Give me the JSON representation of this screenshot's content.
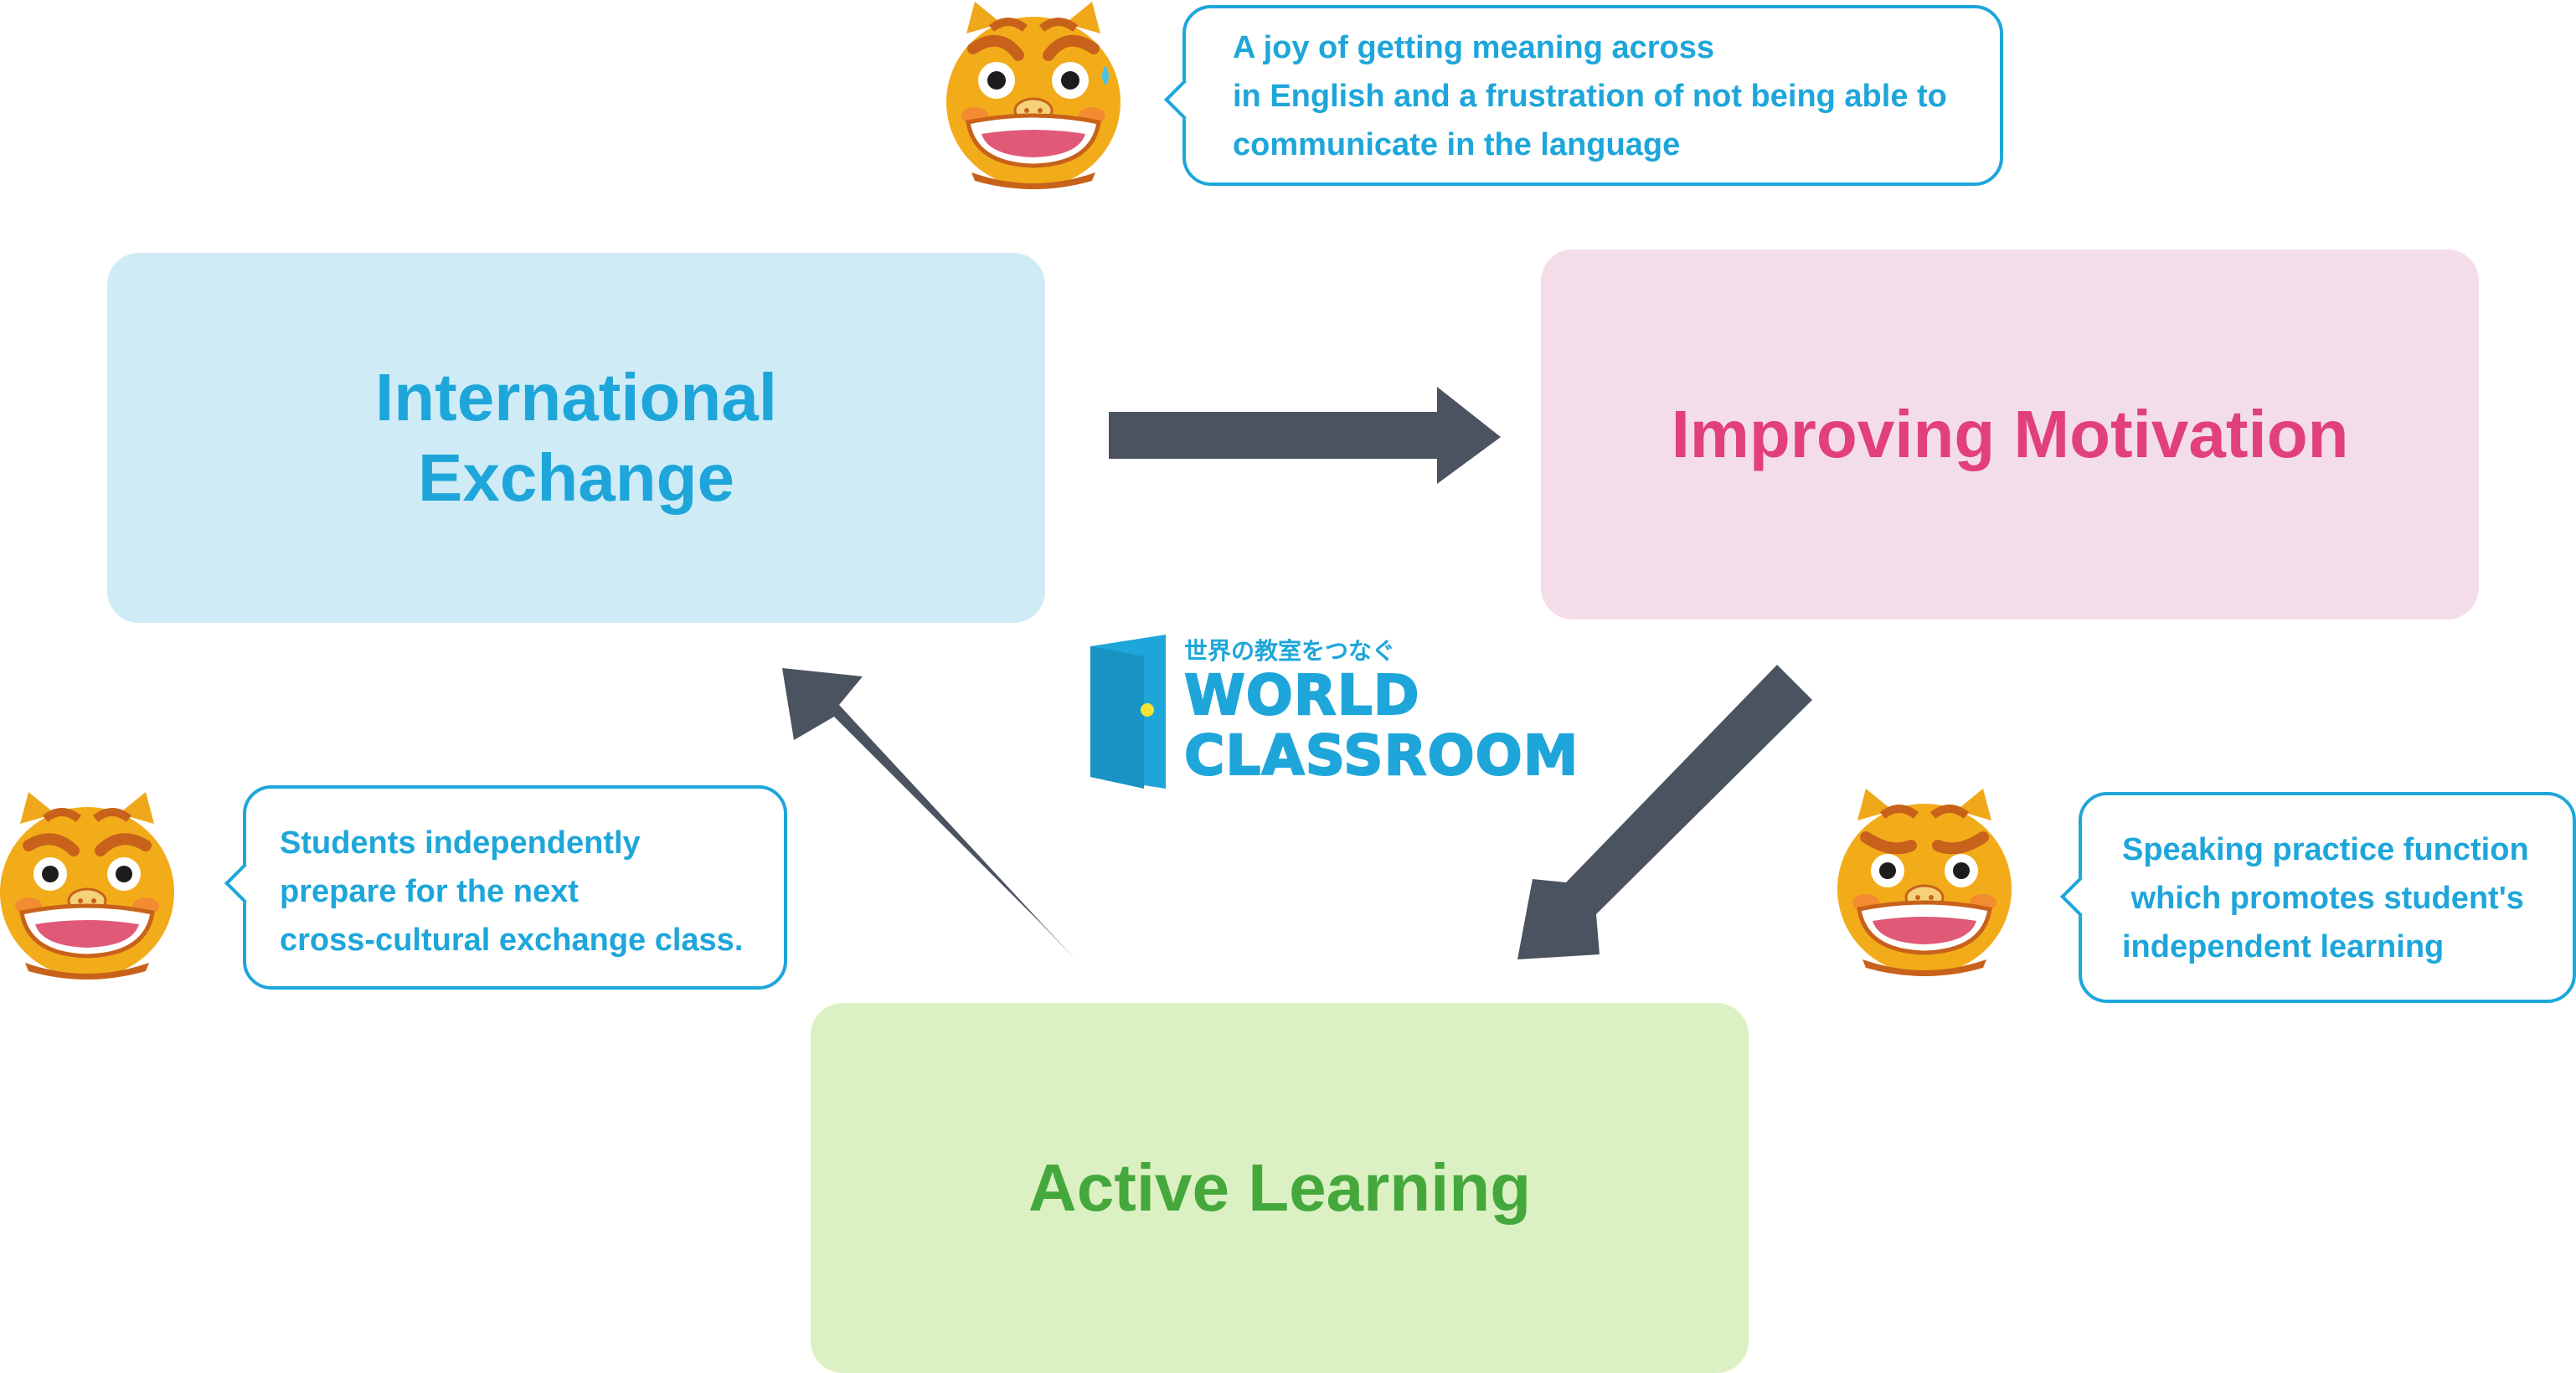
{
  "boxes": {
    "international_exchange": {
      "line1": "International",
      "line2": "Exchange"
    },
    "improving_motivation": {
      "label": "Improving Motivation"
    },
    "active_learning": {
      "label": "Active Learning"
    }
  },
  "bubbles": {
    "top": {
      "lines": [
        "A joy of getting meaning across",
        "in English and a frustration of not being able to",
        "communicate in the language"
      ]
    },
    "left": {
      "lines": [
        "Students independently",
        "prepare for the next",
        "cross-cultural exchange class."
      ]
    },
    "right": {
      "lines": [
        "Speaking practice function",
        " which promotes student's",
        "independent learning"
      ]
    }
  },
  "logo": {
    "tagline": "世界の教室をつなぐ",
    "word1": "WORLD",
    "word2": "CLASSROOM"
  },
  "colors": {
    "exchange": "#1ea6da",
    "motivation": "#e23f7e",
    "active": "#45a83c",
    "arrow": "#4b5360",
    "bubble_border": "#1ea6da"
  },
  "icons": {
    "mascot": "shisa-lion-mascot-icon",
    "logo_door": "door-icon"
  }
}
